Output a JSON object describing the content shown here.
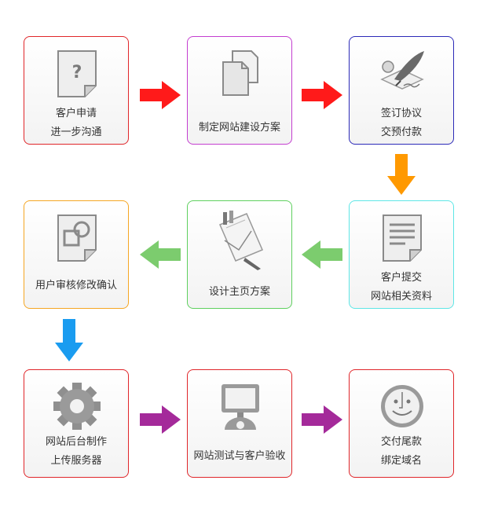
{
  "steps": [
    {
      "line1": "客户申请",
      "line2": "进一步沟通",
      "border": "#e0262a",
      "icon": "question-document-icon"
    },
    {
      "line1": "制定网站建设方案",
      "line2": "",
      "border": "#c43ed0",
      "icon": "documents-icon"
    },
    {
      "line1": "签订协议",
      "line2": "交预付款",
      "border": "#2c2ab8",
      "icon": "quill-signature-icon"
    },
    {
      "line1": "客户提交",
      "line2": "网站相关资料",
      "border": "#5ee6e6",
      "icon": "text-document-icon"
    },
    {
      "line1": "设计主页方案",
      "line2": "",
      "border": "#5fd05f",
      "icon": "design-sketch-icon"
    },
    {
      "line1": "用户审核修改确认",
      "line2": "",
      "border": "#f5a623",
      "icon": "review-document-icon"
    },
    {
      "line1": "网站后台制作",
      "line2": "上传服务器",
      "border": "#e0262a",
      "icon": "gear-icon"
    },
    {
      "line1": "网站测试与客户验收",
      "line2": "",
      "border": "#e0262a",
      "icon": "monitor-icon"
    },
    {
      "line1": "交付尾款",
      "line2": "绑定域名",
      "border": "#e0262a",
      "icon": "smiley-face-icon"
    }
  ],
  "colors": {
    "red_arrow": "#ff1a1a",
    "orange_arrow": "#ff9900",
    "green_arrow": "#7ccc6e",
    "blue_arrow": "#1a9cf0",
    "purple_arrow": "#a42a9a"
  }
}
